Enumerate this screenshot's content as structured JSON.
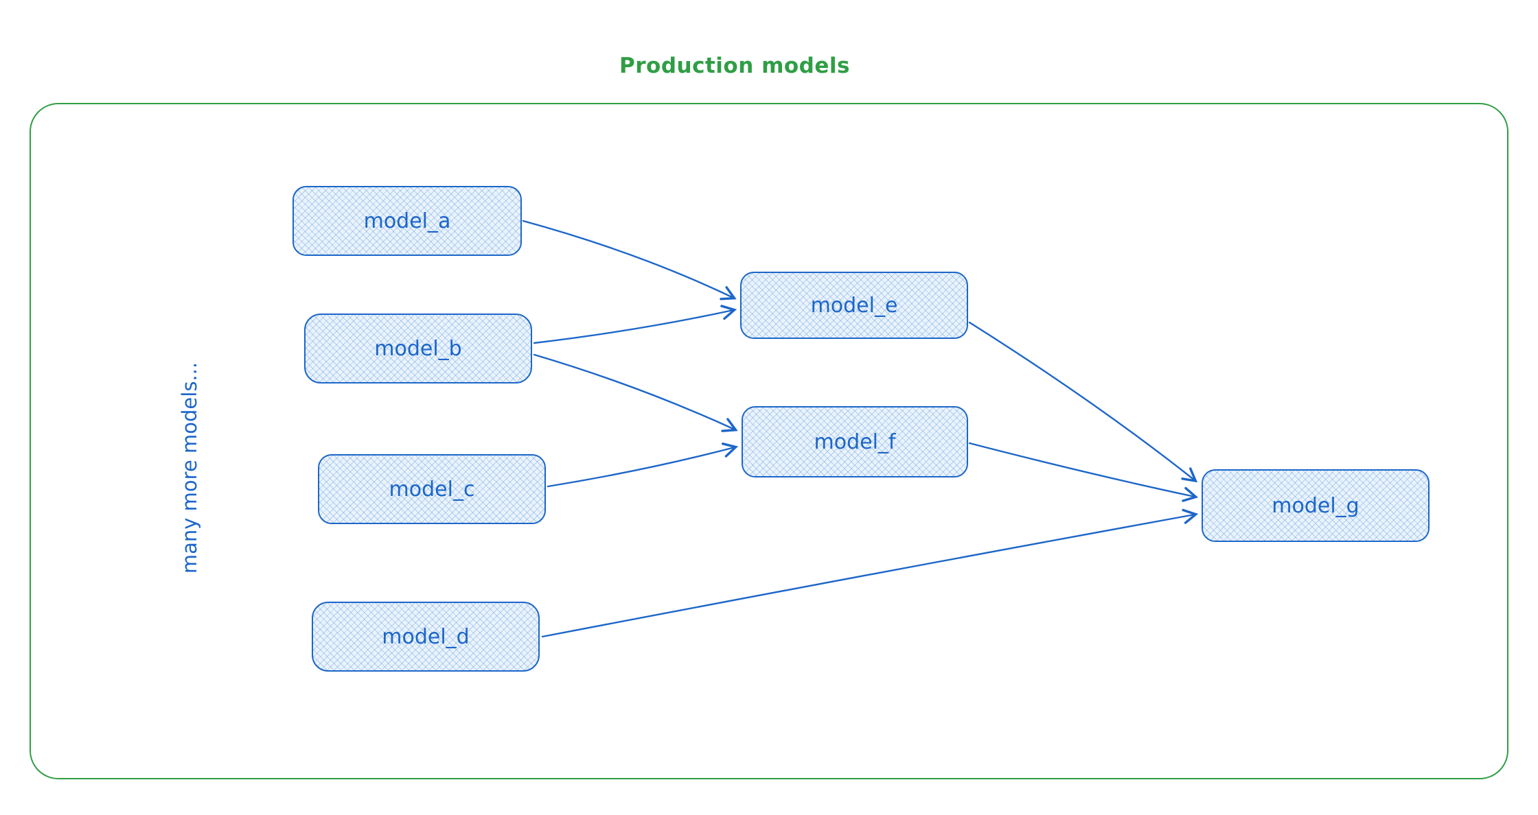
{
  "title": "Production models",
  "side_label": "many more models...",
  "colors": {
    "frame_green": "#2f9e44",
    "node_blue": "#1c66c9",
    "node_fill": "#eaf3fc"
  },
  "nodes": [
    {
      "id": "model_a",
      "label": "model_a"
    },
    {
      "id": "model_b",
      "label": "model_b"
    },
    {
      "id": "model_c",
      "label": "model_c"
    },
    {
      "id": "model_d",
      "label": "model_d"
    },
    {
      "id": "model_e",
      "label": "model_e"
    },
    {
      "id": "model_f",
      "label": "model_f"
    },
    {
      "id": "model_g",
      "label": "model_g"
    }
  ],
  "edges": [
    {
      "from": "model_a",
      "to": "model_e"
    },
    {
      "from": "model_b",
      "to": "model_e"
    },
    {
      "from": "model_b",
      "to": "model_f"
    },
    {
      "from": "model_c",
      "to": "model_f"
    },
    {
      "from": "model_e",
      "to": "model_g"
    },
    {
      "from": "model_f",
      "to": "model_g"
    },
    {
      "from": "model_d",
      "to": "model_g"
    }
  ]
}
